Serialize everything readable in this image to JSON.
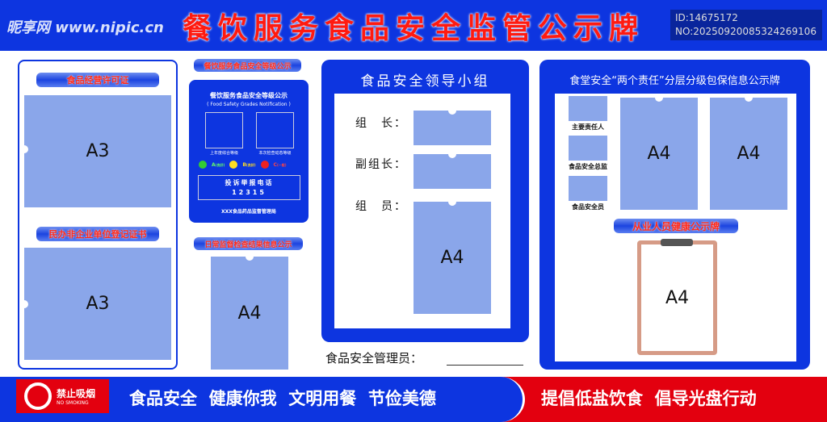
{
  "title": "餐饮服务食品安全监管公示牌",
  "left_panel": {
    "label1": "食品经营许可证",
    "slot1": "A3",
    "label2": "民办非企业单位登记证书",
    "slot2": "A3"
  },
  "grades": {
    "header": "餐饮服务食品安全等级公示",
    "card_title": "餐饮服务食品安全等级公示",
    "card_subtitle": "( Food Safety Grades Notification )",
    "box1_label": "上年度综合等级",
    "box2_label": "本次检查动态等级",
    "grade_a": "A",
    "grade_a_note": "(良好)",
    "grade_b": "B",
    "grade_b_note": "(良好)",
    "grade_c": "C",
    "grade_c_note": "(一般)",
    "hotline_label": "投诉举报电话",
    "hotline": "12315",
    "authority": "XXX食品药品监督管理局",
    "label2": "日常监督检查结果信息公示",
    "slot": "A4"
  },
  "leadership": {
    "title": "食品安全领导小组",
    "leader": "组　长：",
    "deputy": "副组长：",
    "members": "组　员：",
    "slot": "A4",
    "manager_label": "食品安全管理员："
  },
  "responsibility": {
    "title": "食堂安全“两个责任”分层分级包保信息公示牌",
    "role1": "主要责任人",
    "role2": "食品安全总监",
    "role3": "食品安全员",
    "slot1": "A4",
    "slot2": "A4",
    "health_label": "从业人员健康公示牌",
    "clipboard": "A4"
  },
  "footer": {
    "no_smoking": "禁止吸烟",
    "no_smoking_en": "NO SMOKING",
    "slogan": "食品安全  健康你我  文明用餐  节俭美德",
    "slogan_right": "提倡低盐饮食  倡导光盘行动",
    "watermark": "昵享网 www.nipic.cn",
    "watermark_id": "ID:14675172 NO:20250920085324269106"
  }
}
